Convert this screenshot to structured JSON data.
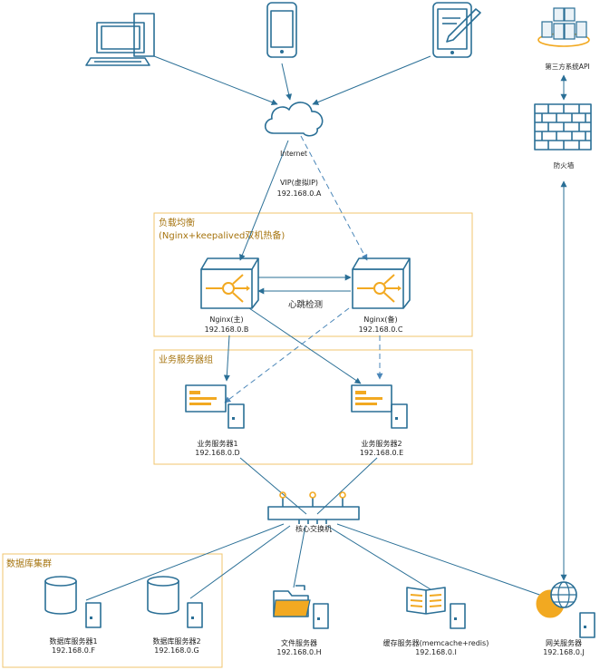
{
  "groups": {
    "load_balancer_title": "负载均衡",
    "load_balancer_subtitle": "(Nginx+keepalived双机热备)",
    "business_title": "业务服务器组",
    "database_title": "数据库集群"
  },
  "nodes": {
    "third_party_api": "第三方系统API",
    "firewall": "防火墙",
    "internet": "Internet",
    "vip_label": "VIP(虚拟IP)",
    "vip_ip": "192.168.0.A",
    "nginx_master_label": "Nginx(主)",
    "nginx_master_ip": "192.168.0.B",
    "nginx_backup_label": "Nginx(备)",
    "nginx_backup_ip": "192.168.0.C",
    "heartbeat": "心跳检测",
    "biz1_label": "业务服务器1",
    "biz1_ip": "192.168.0.D",
    "biz2_label": "业务服务器2",
    "biz2_ip": "192.168.0.E",
    "core_switch": "核心交换机",
    "db1_label": "数据库服务器1",
    "db1_ip": "192.168.0.F",
    "db2_label": "数据库服务器2",
    "db2_ip": "192.168.0.G",
    "file_label": "文件服务器",
    "file_ip": "192.168.0.H",
    "cache_label": "缓存服务器(memcache+redis)",
    "cache_ip": "192.168.0.I",
    "gateway_label": "网关服务器",
    "gateway_ip": "192.168.0.J"
  },
  "icons": {
    "desktop": "desktop-computer-icon",
    "phone": "mobile-phone-icon",
    "tablet": "tablet-pen-icon",
    "cloud": "cloud-icon",
    "firewall": "brick-wall-icon",
    "api": "server-cluster-icon",
    "load_balancer": "load-balancer-icon",
    "server": "server-tower-icon",
    "switch": "network-switch-icon",
    "database": "database-cylinder-icon",
    "folder": "folder-icon",
    "book": "book-icon",
    "globe": "globe-icon"
  },
  "colors": {
    "line": "#2a6f96",
    "accent": "#f2a921",
    "group_border": "#f0c56e",
    "group_text": "#a6740f"
  }
}
